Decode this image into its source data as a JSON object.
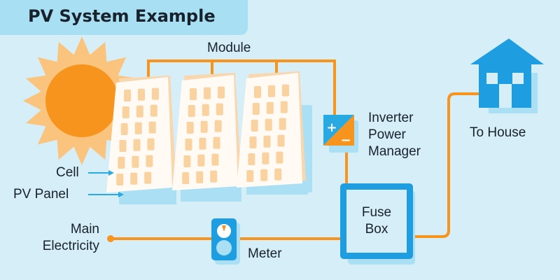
{
  "title": "PV System Example",
  "labels": {
    "module": "Module",
    "cell": "Cell",
    "pv_panel": "PV Panel",
    "inverter_line1": "Inverter",
    "inverter_line2": "Power",
    "inverter_line3": "Manager",
    "to_house": "To House",
    "fuse_line1": "Fuse",
    "fuse_line2": "Box",
    "main_line1": "Main",
    "main_line2": "Electricity",
    "meter": "Meter"
  },
  "inverter_symbols": {
    "plus": "+",
    "minus": "−"
  },
  "colors": {
    "background": "#d6eef8",
    "title_tab": "#a9dff2",
    "wire": "#f7941d",
    "sun": "#f7941d",
    "sun_rays": "#fbc47e",
    "panel_back": "#f9d7ae",
    "panel_front": "#fffaf3",
    "cell": "#fad2a0",
    "blue": "#1e9ee0",
    "arrow": "#29a9e1",
    "shadow": "#abdff4",
    "text": "#17222c"
  }
}
